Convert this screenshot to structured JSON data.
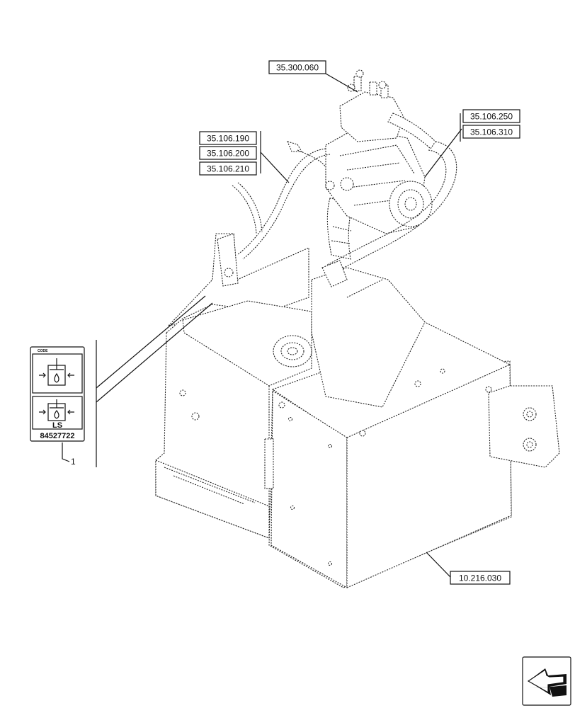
{
  "callouts": {
    "pump_ref": "35.300.060",
    "hose_ref_a": "35.106.190",
    "hose_ref_b": "35.106.200",
    "hose_ref_c": "35.106.210",
    "line_ref_a": "35.106.250",
    "line_ref_b": "35.106.310",
    "tank_ref": "10.216.030"
  },
  "decal": {
    "header": "CODE",
    "ls_text": "LS",
    "part_number": "84527722",
    "item_number": "1"
  },
  "icons": {
    "nav": "next-page-arrow-icon"
  }
}
